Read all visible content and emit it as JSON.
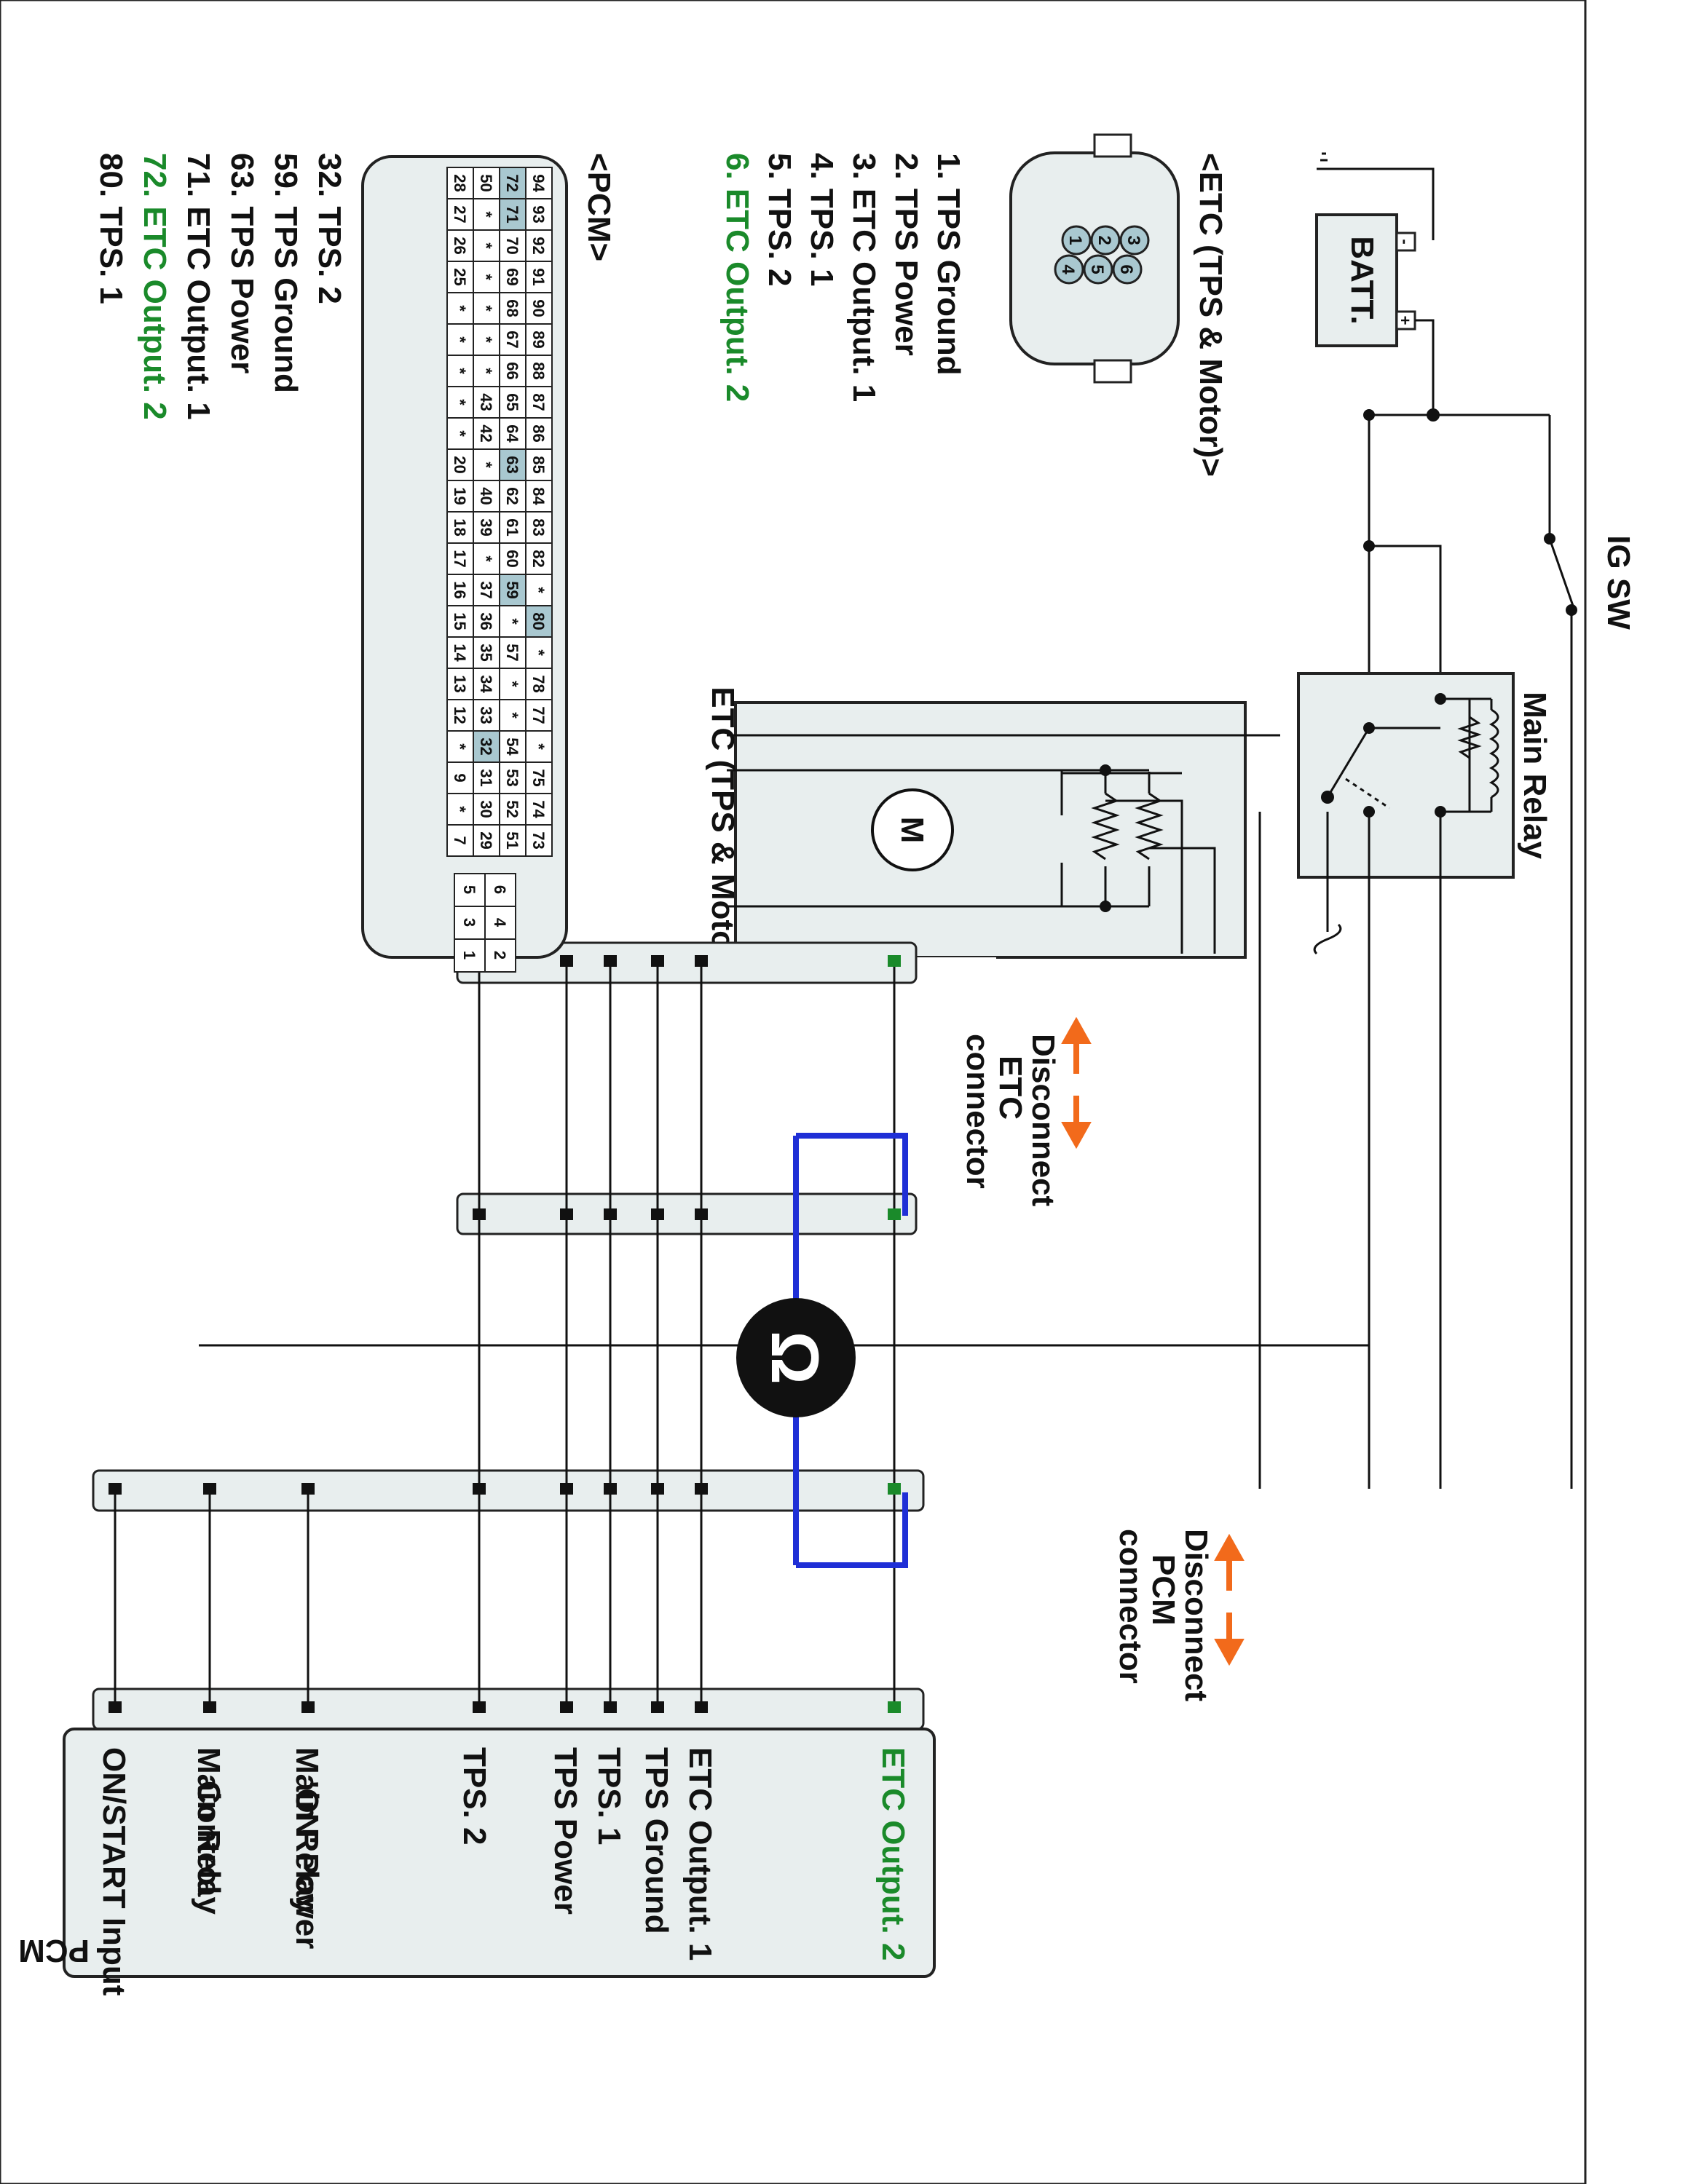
{
  "colors": {
    "accent_green": "#1a8a2a",
    "jumper_blue": "#1f2fd6",
    "arrow_orange": "#f26a1b",
    "panel_fill": "#e8eeee",
    "pin_highlight": "#a9c8d0"
  },
  "labels": {
    "batt": "BATT.",
    "minus": "-",
    "plus": "+",
    "ig_sw": "IG SW",
    "main_relay": "Main Relay",
    "etc_block": "ETC (TPS & Motor)",
    "motor": "M",
    "ohm_icon": "Ω",
    "disconnect_etc": [
      "Disconnect",
      "ETC",
      "connector"
    ],
    "disconnect_pcm": [
      "Disconnect",
      "PCM",
      "connector"
    ]
  },
  "etc_connector": {
    "title": "<ETC (TPS & Motor)>",
    "pins_top": [
      "3",
      "2",
      "1"
    ],
    "pins_bottom": [
      "6",
      "5",
      "4"
    ],
    "legend": [
      "1. TPS Ground",
      "2. TPS Power",
      "3. ETC Output. 1",
      "4. TPS. 1",
      "5. TPS. 2",
      "6. ETC Output. 2"
    ]
  },
  "pcm_connector": {
    "title": "<PCM>",
    "row1": [
      "94",
      "93",
      "92",
      "91",
      "90",
      "89",
      "88",
      "87",
      "86",
      "85",
      "84",
      "83",
      "82",
      "*",
      "80",
      "*",
      "78",
      "77",
      "*",
      "75",
      "74",
      "73"
    ],
    "row2": [
      "72",
      "71",
      "70",
      "69",
      "68",
      "67",
      "66",
      "65",
      "64",
      "63",
      "62",
      "61",
      "60",
      "59",
      "*",
      "57",
      "*",
      "*",
      "54",
      "53",
      "52",
      "51"
    ],
    "row3": [
      "50",
      "*",
      "*",
      "*",
      "*",
      "*",
      "*",
      "43",
      "42",
      "*",
      "40",
      "39",
      "*",
      "37",
      "36",
      "35",
      "34",
      "33",
      "32",
      "31",
      "30",
      "29"
    ],
    "row4": [
      "28",
      "27",
      "26",
      "25",
      "*",
      "*",
      "*",
      "*",
      "*",
      "20",
      "19",
      "18",
      "17",
      "16",
      "15",
      "14",
      "13",
      "12",
      "*",
      "9",
      "*",
      "7"
    ],
    "small_block": [
      [
        "6",
        "5"
      ],
      [
        "4",
        "3"
      ],
      [
        "2",
        "1"
      ]
    ],
    "legend": [
      "32. TPS. 2",
      "59. TPS Ground",
      "63. TPS Power",
      "71. ETC Output. 1",
      "72. ETC Output. 2",
      "80. TPS. 1"
    ]
  },
  "pcm_block": {
    "title": "PCM",
    "pins": [
      [
        "ON/START Input"
      ],
      [
        "Main Relay",
        "Control"
      ],
      [
        "Main Relay",
        "'ON' Power"
      ],
      [
        "TPS. 2"
      ],
      [
        "TPS Power"
      ],
      [
        "TPS. 1"
      ],
      [
        "TPS Ground"
      ],
      [
        "ETC Output. 1"
      ],
      [
        "ETC Output. 2"
      ]
    ]
  }
}
